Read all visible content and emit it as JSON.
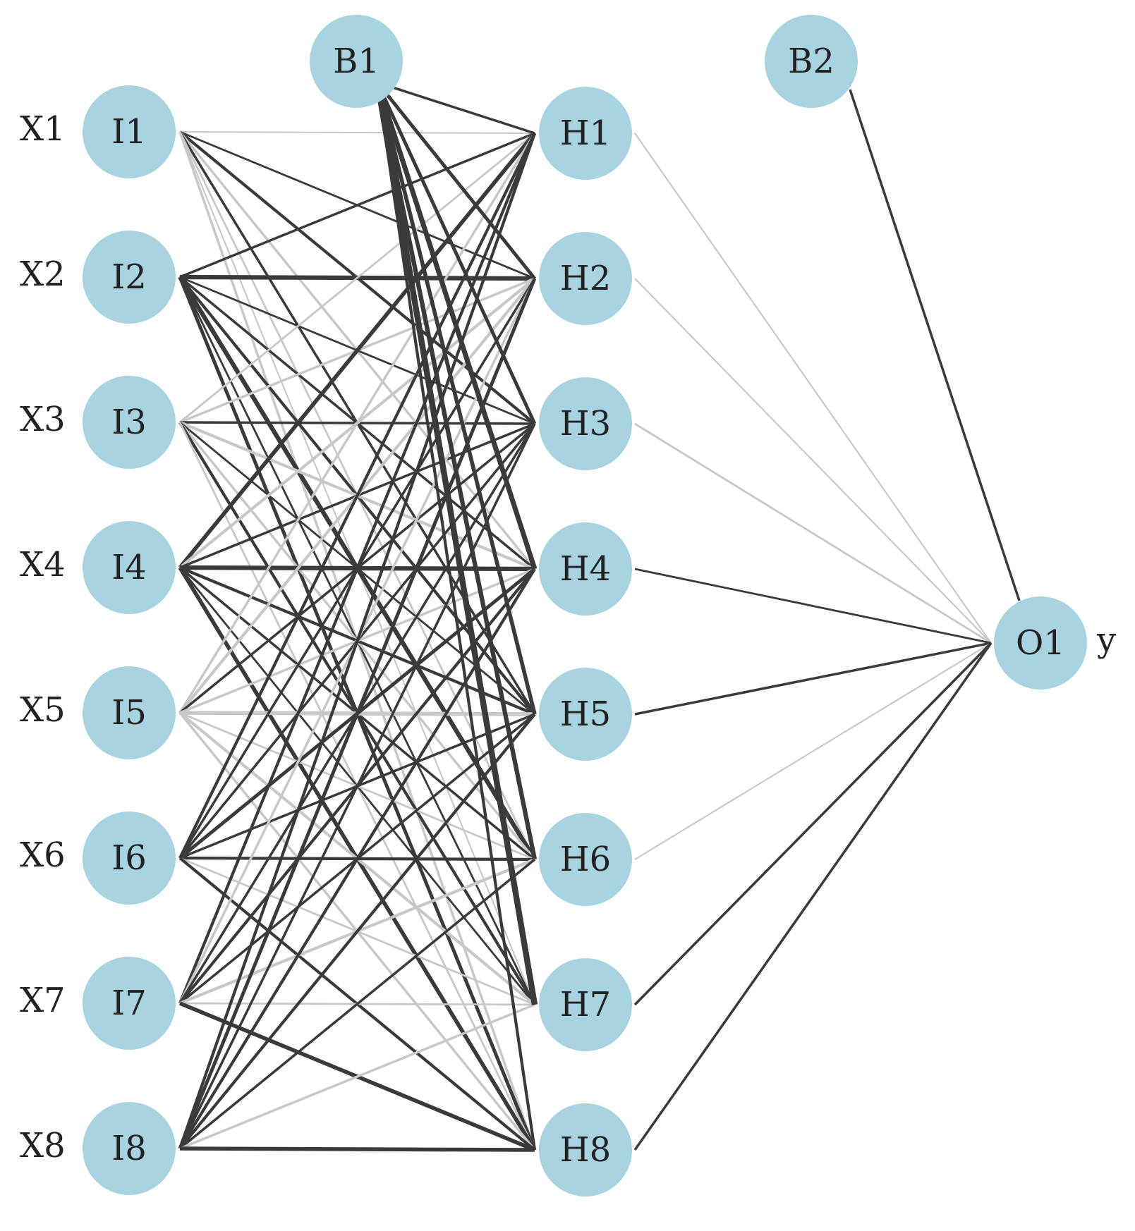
{
  "diagram": {
    "type": "neural-network",
    "colors": {
      "node_fill": "#a8d3e0",
      "positive_edge": "#3a3a3a",
      "negative_edge": "#c8c8c8",
      "text": "#222222"
    },
    "input_labels": [
      "X1",
      "X2",
      "X3",
      "X4",
      "X5",
      "X6",
      "X7",
      "X8"
    ],
    "input_nodes": [
      "I1",
      "I2",
      "I3",
      "I4",
      "I5",
      "I6",
      "I7",
      "I8"
    ],
    "hidden_nodes": [
      "H1",
      "H2",
      "H3",
      "H4",
      "H5",
      "H6",
      "H7",
      "H8"
    ],
    "bias_nodes": [
      "B1",
      "B2"
    ],
    "output_nodes": [
      "O1"
    ],
    "output_labels": [
      "y"
    ]
  },
  "weights": {
    "input_hidden": [
      [
        -0.3,
        0.4,
        0.6,
        -0.5,
        0.5,
        -0.4,
        -0.3,
        -0.5
      ],
      [
        0.5,
        0.9,
        0.4,
        0.5,
        0.6,
        0.9,
        0.4,
        0.7
      ],
      [
        -0.4,
        -0.5,
        0.5,
        -0.6,
        0.4,
        -0.5,
        0.6,
        -0.4
      ],
      [
        0.8,
        -0.6,
        0.5,
        0.9,
        0.6,
        0.5,
        0.4,
        0.8
      ],
      [
        -0.5,
        -0.6,
        0.5,
        -0.5,
        -0.8,
        -0.4,
        -0.6,
        -0.5
      ],
      [
        0.6,
        0.5,
        0.5,
        0.7,
        0.5,
        0.6,
        -0.4,
        0.6
      ],
      [
        0.6,
        -0.5,
        0.5,
        0.6,
        0.5,
        -0.6,
        -0.4,
        0.8
      ],
      [
        0.6,
        0.7,
        0.5,
        0.6,
        0.6,
        0.5,
        -0.5,
        0.8
      ]
    ],
    "bias1_hidden": [
      0.5,
      0.7,
      0.7,
      1.0,
      0.8,
      0.9,
      1.2,
      0.6
    ],
    "hidden_output": [
      -0.3,
      -0.3,
      -0.4,
      0.4,
      0.5,
      -0.3,
      0.5,
      0.5
    ],
    "bias2_output": [
      0.5
    ]
  }
}
